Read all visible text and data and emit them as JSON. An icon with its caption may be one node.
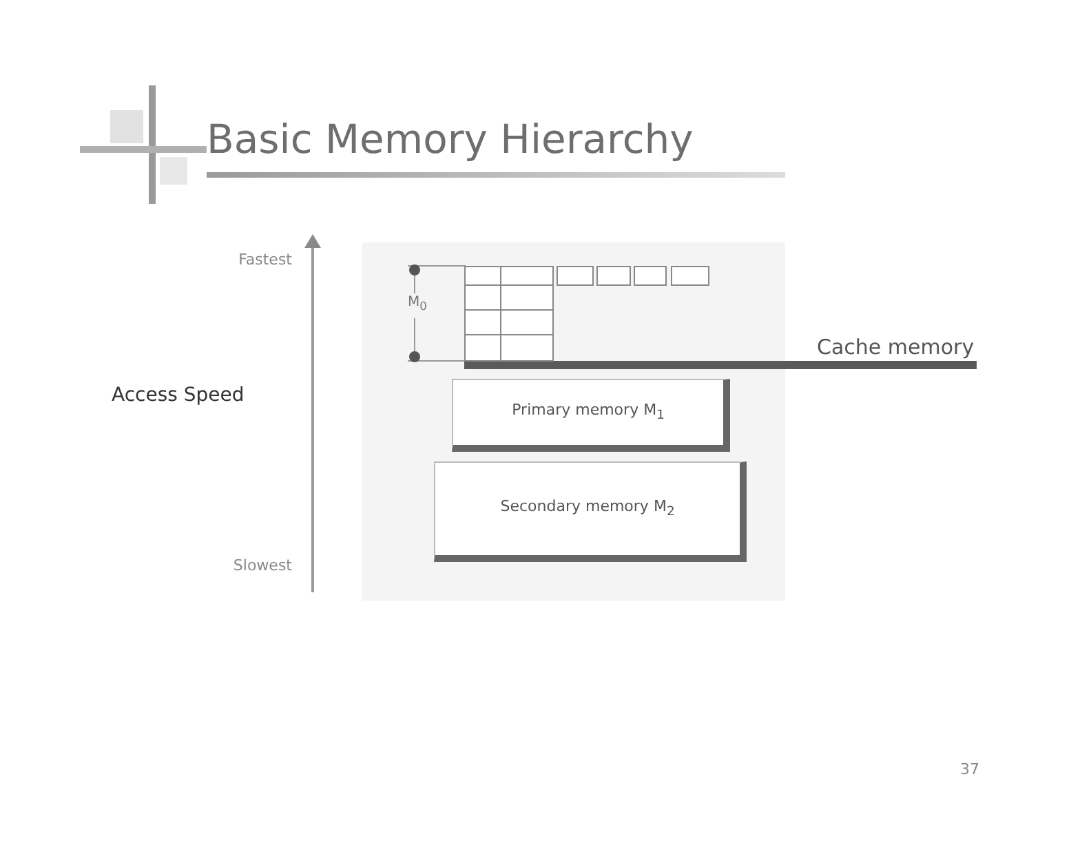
{
  "diagram": {
    "title": "Basic Memory Hierarchy",
    "nodes": [
      {
        "text": [],
        "shape": "box"
      },
      {
        "text": [
          "Primary memory M$_{1}$"
        ]
      },
      {
        "text": [
          "Secondary memory M$_{2}$"
        ]
      }
    ],
    "labels": [
      "Fastest",
      "M$_{0}$",
      "Cache memory",
      "Access Speed",
      "Slowest",
      "37"
    ]
  }
}
